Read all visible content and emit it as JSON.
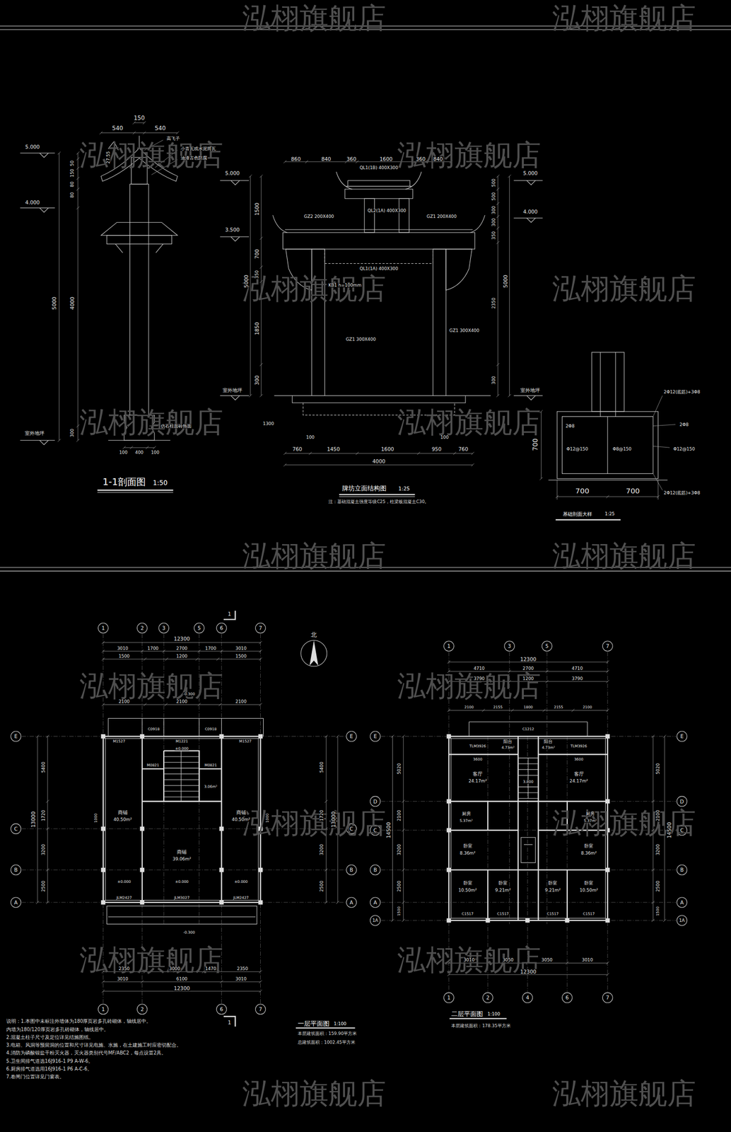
{
  "diagram": {
    "labels": [
      "泓栩旗舰店",
      "泓栩旗舰店",
      "泓栩旗舰店",
      "泓栩旗舰店",
      "泓栩旗舰店",
      "泓栩旗舰店",
      "泓栩旗舰店",
      "泓栩旗舰店",
      "泓栩旗舰店",
      "泓栩旗舰店",
      "泓栩旗舰店",
      "泓栩旗舰店",
      "泓栩旗舰店",
      "泓栩旗舰店",
      "泓栩旗舰店",
      "泓栩旗舰店",
      "泓栩旗舰店",
      "泓栩旗舰店",
      "5.000",
      "4.000",
      "室外地坪",
      "5000",
      "4000",
      "300",
      "80",
      "80",
      "150",
      "50",
      "150",
      "540",
      "540",
      "27.55",
      "高飞子",
      "小青瓦或水泥筒瓦",
      "油漆古色防腐",
      "仿石柱面砖饰面",
      "100",
      "400",
      "100",
      "1-1剖面图",
      "1:50",
      "860",
      "840",
      "360",
      "1600",
      "360",
      "840",
      "5.000",
      "3.500",
      "室外地坪",
      "5.000",
      "4.000",
      "室外地坪",
      "1500",
      "700",
      "350",
      "1850",
      "300",
      "5000",
      "500",
      "500",
      "300",
      "300",
      "350",
      "2350",
      "300",
      "5000",
      "QL1(1B) 400X300",
      "GZ2 200X400",
      "GZ1 200X400",
      "QL2(1A) 400X300",
      "QL1(1A) 400X300",
      "KB1 h=100mm",
      "GZ1 300X400",
      "GZ1 300X400",
      "100",
      "100",
      "760",
      "1450",
      "1600",
      "950",
      "760",
      "4000",
      "1300",
      "牌坊立面结构图",
      "1:25",
      "注：基础混凝土强度等级C25，柱梁板混凝土C30。",
      "2Φ12(底筋)+3Φ8",
      "2Φ8",
      "Φ12@150",
      "Φ8@150",
      "Φ12@150",
      "2Φ8",
      "2Φ12(底筋)+3Φ8",
      "700",
      "700",
      "700",
      "基础剖面大样",
      "1:25",
      "1",
      "2",
      "3",
      "5",
      "6",
      "7",
      "1",
      "2",
      "6",
      "7",
      "E",
      "C",
      "B",
      "A",
      "E",
      "C",
      "B",
      "A",
      "1",
      "1",
      "12300",
      "3010",
      "1700",
      "2700",
      "1700",
      "3010",
      "1500",
      "1200",
      "1500",
      "2100",
      "2100",
      "2100",
      "M1527",
      "M1221",
      "M1527",
      "C0918",
      "C0918",
      "M0821",
      "M0821",
      "商铺",
      "40.50m²",
      "商铺",
      "40.50m²",
      "商铺",
      "39.06m²",
      "3.06m²",
      "±0.000",
      "±0.000",
      "±0.000",
      "±0.000",
      "-0.300",
      "-0.300",
      "JLM2427",
      "JLM3027",
      "JLM2427",
      "5400",
      "1720",
      "3200",
      "2500",
      "13000",
      "1000",
      "1000",
      "5400",
      "1720",
      "3200",
      "2500",
      "13000",
      "2350",
      "3000",
      "1470",
      "2350",
      "3010",
      "6100",
      "3010",
      "12300",
      "一层平面图",
      "1:100",
      "本层建筑面积：159.90平方米",
      "总建筑面积：1002.45平方米",
      "北",
      "说明：1.本图中未标注外墙体为180厚页岩多孔砖砌体，轴线居中。",
      "内墙为180/120厚页岩多孔砖砌体，轴线居中。",
      "2.混凝土柱子尺寸及定位详见结施图纸。",
      "3.电箱、风洞等预留洞的位置和尺寸详见电施、水施，在土建施工时应密切配合。",
      "4.消防为磷酸铵盐干粉灭火器，灭火器类别代号MF/ABC2，每点设置2具。",
      "5.卫生间排气道选16J916-1 P9 A-W-6。",
      "6.厨房排气道选用16J916-1 P6 A-C-6。",
      "7.卷闸门位置详见门窗表。",
      "1",
      "3",
      "5",
      "7",
      "1",
      "2",
      "4",
      "6",
      "7",
      "E",
      "D",
      "C",
      "B",
      "A",
      "1A",
      "E",
      "D",
      "C",
      "B",
      "A",
      "1A",
      "12300",
      "4710",
      "2700",
      "4710",
      "3790",
      "1200",
      "3790",
      "2100",
      "2155",
      "1800",
      "2155",
      "2100",
      "阳台",
      "4.73m²",
      "阳台",
      "4.73m²",
      "TLM3926",
      "TLM3926",
      "C1212",
      "3600",
      "3600",
      "客厅",
      "24.17m²",
      "客厅",
      "24.17m²",
      "3.800",
      "厨房",
      "5.37m²",
      "厨房",
      "5.37m²",
      "卧室",
      "8.36m²",
      "卧室",
      "8.36m²",
      "卧室",
      "10.50m²",
      "卧室",
      "9.21m²",
      "卧室",
      "9.21m²",
      "卧室",
      "10.50m²",
      "C1517",
      "C1517",
      "C1517",
      "C1517",
      "5020",
      "2100",
      "3200",
      "2500",
      "1500",
      "14500",
      "5020",
      "2100",
      "3200",
      "2500",
      "1500",
      "14500",
      "3010",
      "3050",
      "3050",
      "3010",
      "12300",
      "二层平面图",
      "1:100",
      "本层建筑面积：178.35平方米"
    ]
  }
}
